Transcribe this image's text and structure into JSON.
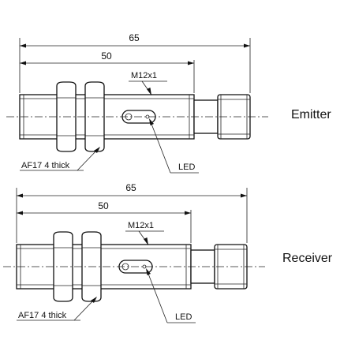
{
  "sensors": [
    {
      "name": "Emitter",
      "dim_overall": "65",
      "dim_thread": "50",
      "thread_label": "M12x1",
      "nut_label": "AF17  4 thick",
      "led_label": "LED"
    },
    {
      "name": "Receiver",
      "dim_overall": "65",
      "dim_thread": "50",
      "thread_label": "M12x1",
      "nut_label": "AF17  4 thick",
      "led_label": "LED"
    }
  ]
}
